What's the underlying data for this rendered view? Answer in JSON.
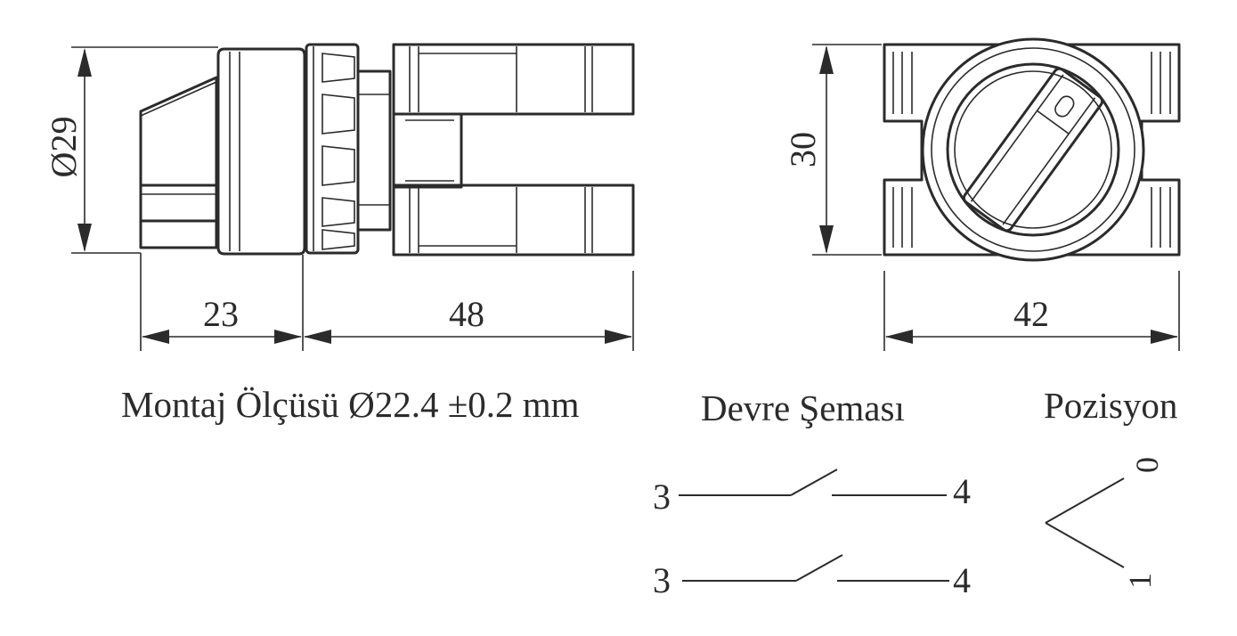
{
  "dimensions": {
    "diameter": "Ø29",
    "knob_length": "23",
    "body_length": "48",
    "front_height": "30",
    "front_width": "42"
  },
  "captions": {
    "mounting": "Montaj Ölçüsü Ø22.4 ±0.2 mm",
    "circuit": "Devre Şeması",
    "position": "Pozisyon"
  },
  "circuit": {
    "contacts": [
      {
        "left_terminal": "3",
        "right_terminal": "4"
      },
      {
        "left_terminal": "3",
        "right_terminal": "4"
      }
    ]
  },
  "positions": {
    "upper": "0",
    "lower": "1"
  },
  "colors": {
    "ink": "#2b2b2b",
    "background": "#ffffff"
  }
}
